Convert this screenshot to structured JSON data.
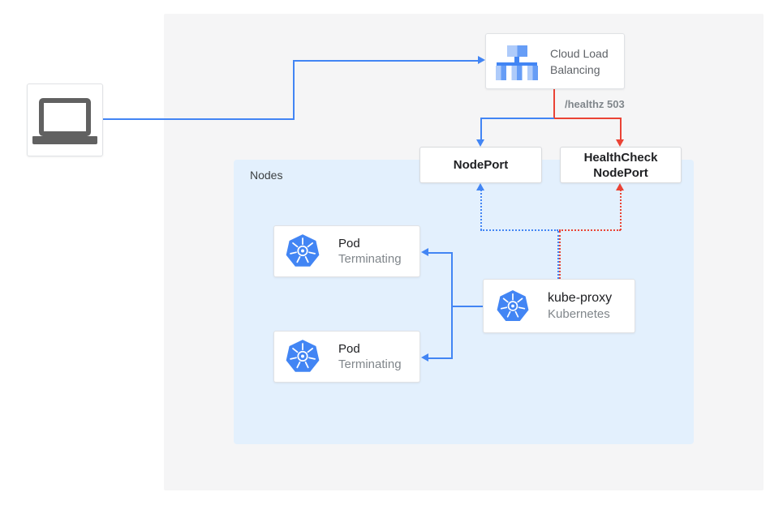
{
  "diagram": {
    "client": {
      "name": "client laptop"
    },
    "cloud_load_balancing": {
      "line1": "Cloud Load",
      "line2": "Balancing"
    },
    "healthz_label": "/healthz 503",
    "nodeport": {
      "label": "NodePort"
    },
    "healthcheck_nodeport": {
      "line1": "HealthCheck",
      "line2": "NodePort"
    },
    "nodes_group": {
      "label": "Nodes"
    },
    "pods": [
      {
        "title": "Pod",
        "status": "Terminating"
      },
      {
        "title": "Pod",
        "status": "Terminating"
      }
    ],
    "kube_proxy": {
      "title": "kube-proxy",
      "subtitle": "Kubernetes"
    },
    "colors": {
      "traffic_blue": "#4285f4",
      "health_red": "#ea4335",
      "nodes_panel_blue": "#e3f0fd",
      "canvas_gray": "#f5f5f6",
      "muted_text": "#80868b",
      "dark_text": "#202124",
      "icon_gray": "#616161"
    },
    "edges": [
      {
        "from": "client-laptop",
        "to": "cloud-load-balancing",
        "style": "solid",
        "color": "blue"
      },
      {
        "from": "cloud-load-balancing",
        "to": "nodeport",
        "style": "solid",
        "color": "blue"
      },
      {
        "from": "cloud-load-balancing",
        "to": "healthcheck-nodeport",
        "style": "solid",
        "color": "red",
        "label": "/healthz 503"
      },
      {
        "from": "kube-proxy",
        "to": "nodeport",
        "style": "dotted",
        "color": "blue"
      },
      {
        "from": "kube-proxy",
        "to": "healthcheck-nodeport",
        "style": "dotted",
        "color": "red"
      },
      {
        "from": "kube-proxy",
        "to": "pod-1",
        "style": "solid",
        "color": "blue"
      },
      {
        "from": "kube-proxy",
        "to": "pod-2",
        "style": "solid",
        "color": "blue"
      }
    ]
  }
}
